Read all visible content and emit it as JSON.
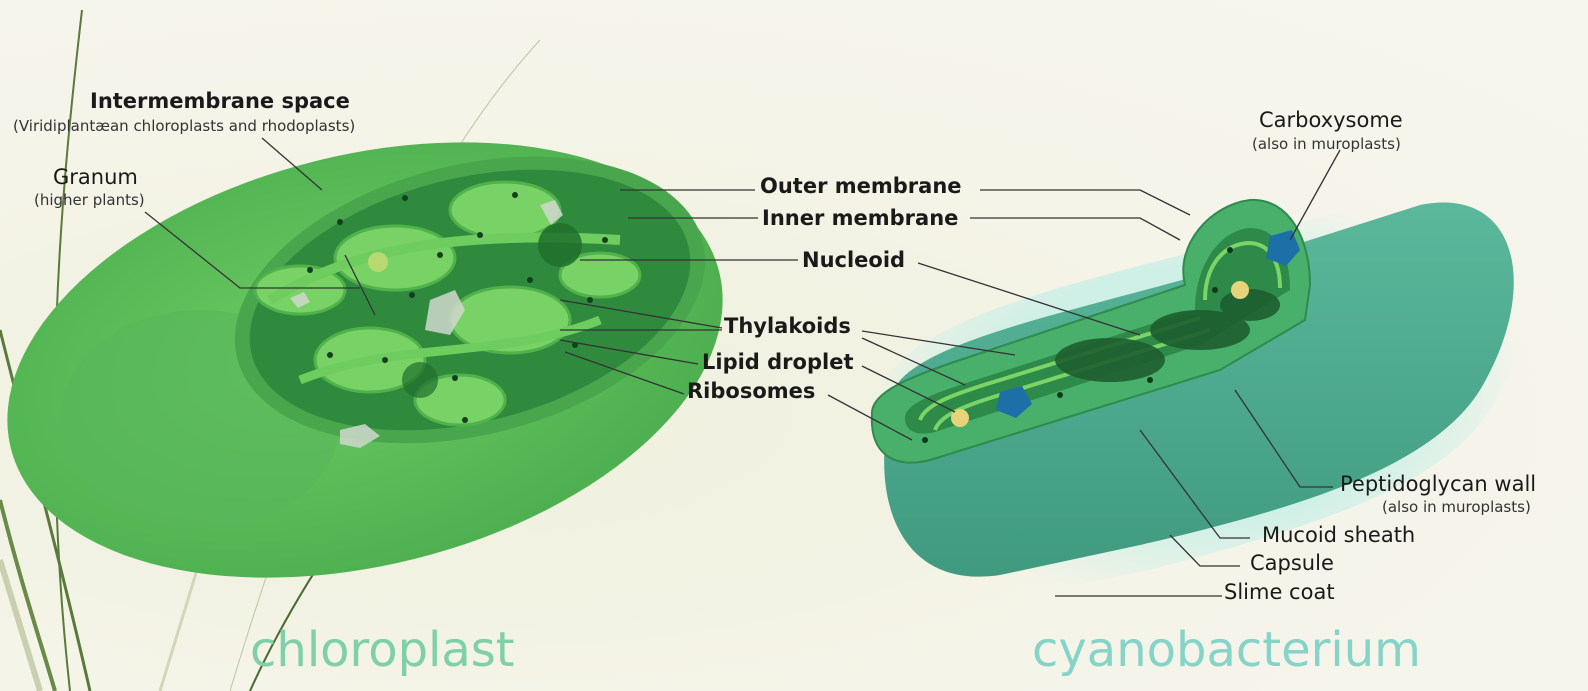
{
  "labels": {
    "intermembrane_space": "Intermembrane space",
    "intermembrane_space_note": "(Viridiplantæan chloroplasts and rhodoplasts)",
    "granum": "Granum",
    "granum_note": "(higher plants)",
    "outer_membrane": "Outer membrane",
    "inner_membrane": "Inner membrane",
    "nucleoid": "Nucleoid",
    "thylakoids": "Thylakoids",
    "lipid_droplet": "Lipid droplet",
    "ribosomes": "Ribosomes",
    "carboxysome": "Carboxysome",
    "carboxysome_note": "(also in muroplasts)",
    "peptidoglycan_wall": "Peptidoglycan wall",
    "peptidoglycan_note": "(also in muroplasts)",
    "mucoid_sheath": "Mucoid sheath",
    "capsule": "Capsule",
    "slime_coat": "Slime coat"
  },
  "titles": {
    "chloroplast": "chloroplast",
    "cyanobacterium": "cyanobacterium"
  },
  "colors": {
    "chloroplast_outer": "#5fbf5a",
    "chloroplast_inner": "#3e9e48",
    "stroma": "#2f8a3e",
    "thylakoid": "#7ad468",
    "cyano_body": "#4aa88a",
    "cyano_capsule": "#8fd8c8",
    "carboxysome": "#1d6fa8",
    "lipid": "#e8d27a",
    "title_color": "#7fd0a8"
  }
}
